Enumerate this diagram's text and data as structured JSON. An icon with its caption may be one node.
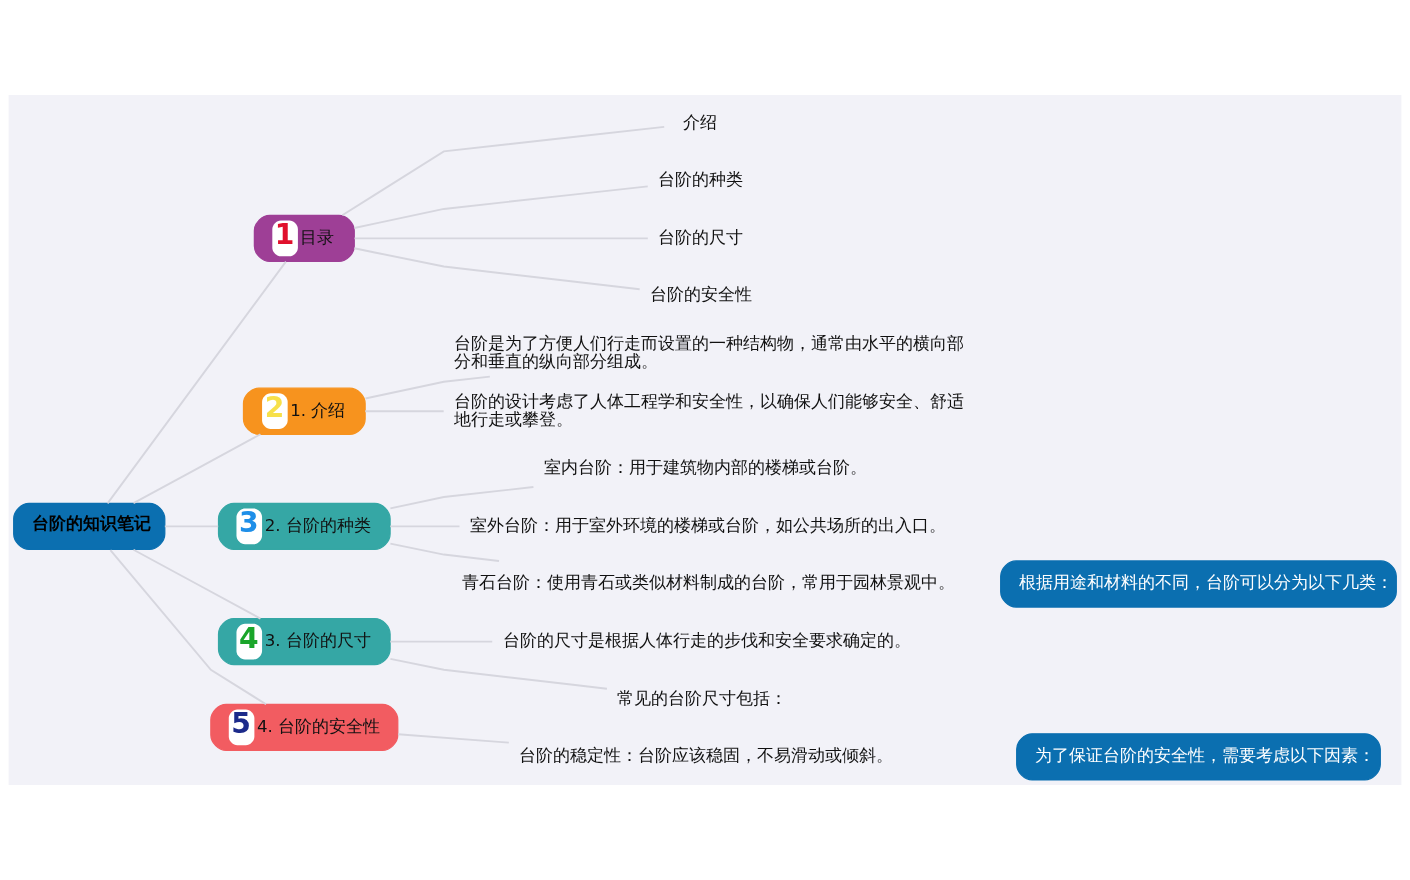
{
  "diagram": {
    "nodes": [
      {
        "text": [
          "台阶的知识笔记"
        ]
      },
      {
        "text": [
          "1",
          "目录"
        ]
      },
      {
        "text": [
          "介绍"
        ]
      },
      {
        "text": [
          "台阶的种类"
        ]
      },
      {
        "text": [
          "台阶的尺寸"
        ]
      },
      {
        "text": [
          "台阶的安全性"
        ]
      },
      {
        "text": [
          "2",
          "1. 介绍"
        ]
      },
      {
        "text": [
          "台阶是为了方便人们行走而设置的一种结构物，通常由水平的横向部分和垂直的纵向部分组成。"
        ]
      },
      {
        "text": [
          "台阶的设计考虑了人体工程学和安全性，以确保人们能够安全、舒适地行走或攀登。"
        ]
      },
      {
        "text": [
          "3",
          "2. 台阶的种类"
        ]
      },
      {
        "text": [
          "室内台阶：用于建筑物内部的楼梯或台阶。"
        ]
      },
      {
        "text": [
          "室外台阶：用于室外环境的楼梯或台阶，如公共场所的出入口。"
        ]
      },
      {
        "text": [
          "青石台阶：使用青石或类似材料制成的台阶，常用于园林景观中。"
        ]
      },
      {
        "text": [
          "根据用途和材料的不同，台阶可以分为以下几类："
        ]
      },
      {
        "text": [
          "4",
          "3. 台阶的尺寸"
        ]
      },
      {
        "text": [
          "台阶的尺寸是根据人体行走的步伐和安全要求确定的。"
        ]
      },
      {
        "text": [
          "常见的台阶尺寸包括："
        ]
      },
      {
        "text": [
          "5",
          "4. 台阶的安全性"
        ]
      },
      {
        "text": [
          "台阶的稳定性：台阶应该稳固，不易滑动或倾斜。"
        ]
      },
      {
        "text": [
          "为了保证台阶的安全性，需要考虑以下因素："
        ]
      }
    ],
    "edges": [
      {
        "from": 0,
        "to": 1,
        "arrow": "none"
      },
      {
        "from": 1,
        "to": 2,
        "arrow": "none"
      },
      {
        "from": 1,
        "to": 3,
        "arrow": "none"
      },
      {
        "from": 1,
        "to": 4,
        "arrow": "none"
      },
      {
        "from": 1,
        "to": 5,
        "arrow": "none"
      },
      {
        "from": 0,
        "to": 6,
        "arrow": "none"
      },
      {
        "from": 6,
        "to": 7,
        "arrow": "none"
      },
      {
        "from": 6,
        "to": 8,
        "arrow": "none"
      },
      {
        "from": 0,
        "to": 9,
        "arrow": "none"
      },
      {
        "from": 9,
        "to": 10,
        "arrow": "none"
      },
      {
        "from": 9,
        "to": 11,
        "arrow": "none"
      },
      {
        "from": 9,
        "to": 12,
        "arrow": "none"
      },
      {
        "from": 0,
        "to": 14,
        "arrow": "none"
      },
      {
        "from": 14,
        "to": 15,
        "arrow": "none"
      },
      {
        "from": 14,
        "to": 16,
        "arrow": "none"
      },
      {
        "from": 0,
        "to": 17,
        "arrow": "none"
      },
      {
        "from": 17,
        "to": 18,
        "arrow": "none"
      }
    ]
  }
}
